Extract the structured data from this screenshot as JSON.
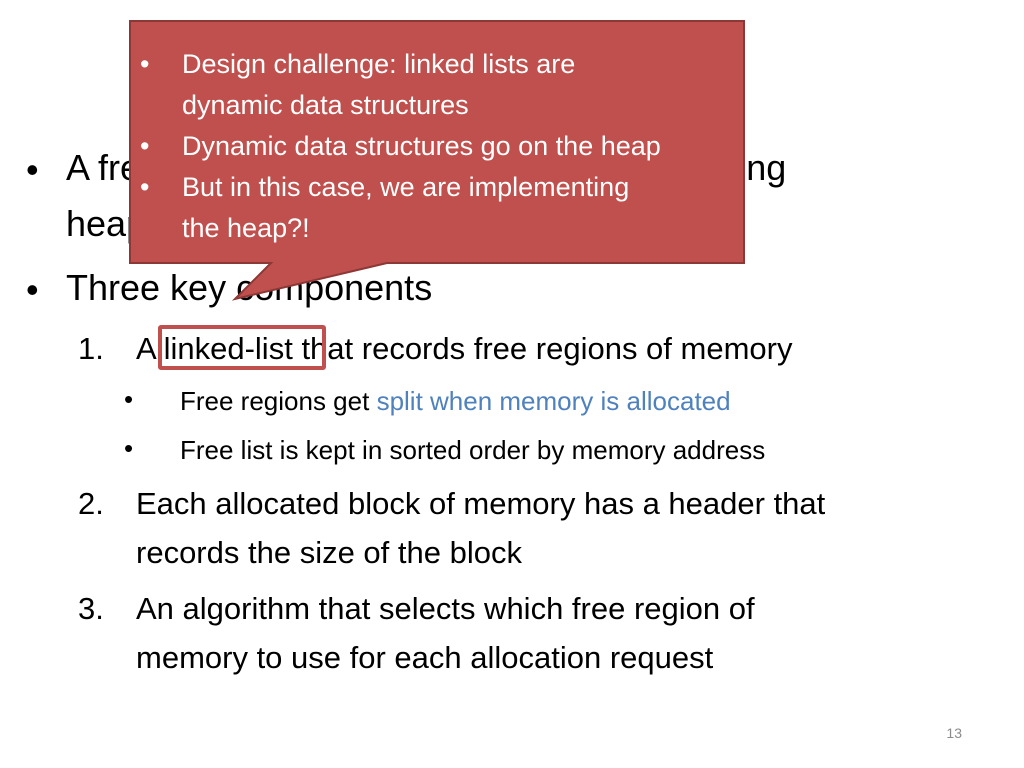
{
  "slide": {
    "bullet_char": "•",
    "main_bullets": [
      {
        "line1": "A free list is a common strategy for managing",
        "line2": "heap memory"
      },
      {
        "line1": "Three key components"
      }
    ],
    "components": [
      {
        "number": "1.",
        "prefix": "A",
        "highlighted": "linked-list",
        "suffix": "that records free regions of memory",
        "sub_bullets": [
          {
            "text": "Free regions get ",
            "link": "split when memory is allocated"
          },
          {
            "text": "Free list is kept in sorted order by memory address"
          }
        ]
      },
      {
        "number": "2.",
        "line1": "Each allocated block of memory has a header that",
        "line2": "records the size of the block"
      },
      {
        "number": "3.",
        "line1": "An algorithm that selects which free region of",
        "line2": "memory to use for each allocation request"
      }
    ],
    "page_number": "13"
  },
  "callout": {
    "items": [
      {
        "line1": "Design challenge: linked lists are",
        "line2": "dynamic data structures"
      },
      {
        "line1": "Dynamic data structures go on the heap"
      },
      {
        "line1": "But in this case, we are implementing",
        "line2": "the heap?!"
      }
    ]
  },
  "colors": {
    "callout_fill": "#c0504d",
    "callout_border": "#8c3836",
    "link": "#4f81bd",
    "highlight_box": "#c0504d"
  }
}
